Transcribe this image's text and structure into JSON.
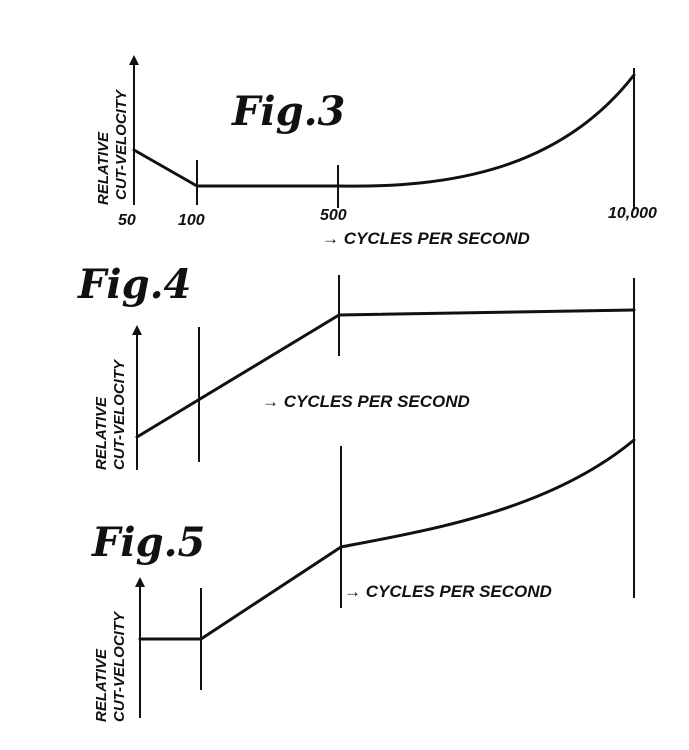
{
  "figures": [
    {
      "title": "Fig.3",
      "ylabel_line1": "RELATIVE",
      "ylabel_line2": "CUT-VELOCITY",
      "xlabel": "→ CYCLES PER SECOND",
      "ticks": [
        "50",
        "100",
        "500",
        "10,000"
      ]
    },
    {
      "title": "Fig.4",
      "ylabel_line1": "RELATIVE",
      "ylabel_line2": "CUT-VELOCITY",
      "xlabel": "→ CYCLES PER SECOND"
    },
    {
      "title": "Fig.5",
      "ylabel_line1": "RELATIVE",
      "ylabel_line2": "CUT-VELOCITY",
      "xlabel": "→ CYCLES PER SECOND"
    }
  ]
}
